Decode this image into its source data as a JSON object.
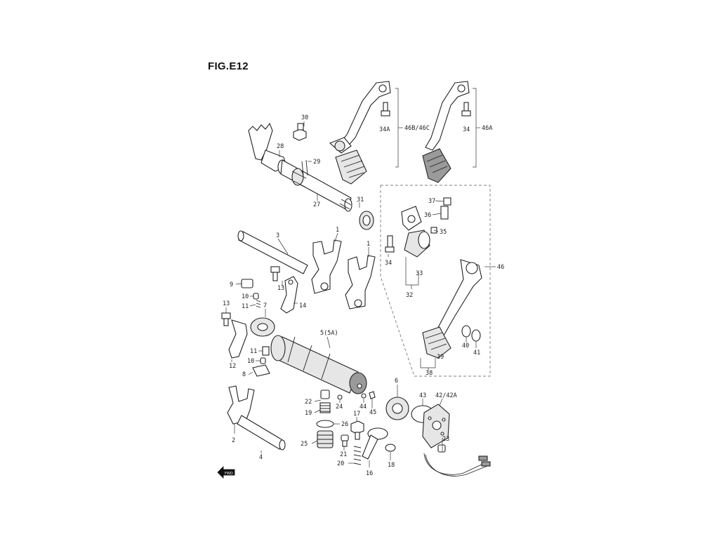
{
  "figure": {
    "title": "FIG.E12",
    "arrow_label": "FWD"
  },
  "labels": {
    "p1a": "1",
    "p1b": "1",
    "p2": "2",
    "p3": "3",
    "p4": "4",
    "p5": "5(5A)",
    "p6": "6",
    "p7": "7",
    "p8": "8",
    "p9": "9",
    "p10a": "10",
    "p10b": "10",
    "p11a": "11",
    "p11b": "11",
    "p12": "12",
    "p13a": "13",
    "p13b": "13",
    "p14": "14",
    "p16": "16",
    "p17": "17",
    "p18": "18",
    "p19": "19",
    "p20": "20",
    "p21": "21",
    "p22": "22",
    "p23": "23",
    "p24": "24",
    "p25": "25",
    "p26": "26",
    "p27": "27",
    "p28": "28",
    "p29": "29",
    "p30": "30",
    "p31": "31",
    "p32": "32",
    "p33": "33",
    "p34a": "34A",
    "p34b": "34",
    "p34c": "34",
    "p35": "35",
    "p36": "36",
    "p37": "37",
    "p38": "38",
    "p39": "39",
    "p40": "40",
    "p41": "41",
    "p42": "42/42A",
    "p43": "43",
    "p44": "44",
    "p45": "45",
    "p46": "46",
    "p46a": "46A",
    "p46bc": "46B/46C"
  }
}
